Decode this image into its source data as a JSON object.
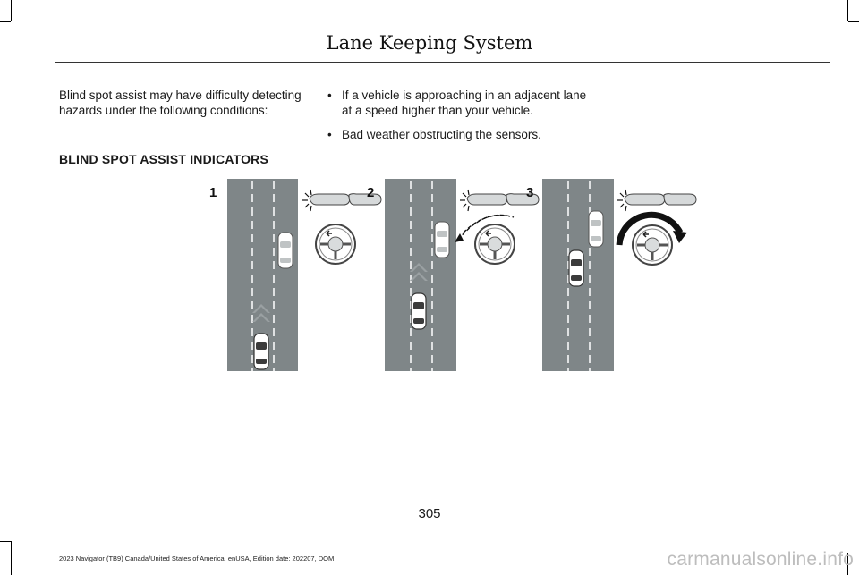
{
  "header": {
    "title": "Lane Keeping System"
  },
  "intro": {
    "text": "Blind spot assist may have difficulty detecting hazards under the following conditions:"
  },
  "bullets": [
    {
      "text": "If a vehicle is approaching in an adjacent lane at a speed higher than your vehicle."
    },
    {
      "text": "Bad weather obstructing the sensors."
    }
  ],
  "bullet_char": "•",
  "section": {
    "heading": "BLIND SPOT ASSIST INDICATORS"
  },
  "figure": {
    "panels": [
      {
        "label": "1"
      },
      {
        "label": "2"
      },
      {
        "label": "3"
      }
    ],
    "colors": {
      "road": "#7f8688",
      "car": "#ffffff",
      "dark_car": "#3b3b3b",
      "arrow": "#1a1a1a"
    }
  },
  "page": {
    "number": "305"
  },
  "footer": {
    "text": "2023 Navigator (TB9) Canada/United States of America, enUSA, Edition date: 202207, DOM"
  },
  "watermark": {
    "text": "carmanualsonline.info"
  }
}
